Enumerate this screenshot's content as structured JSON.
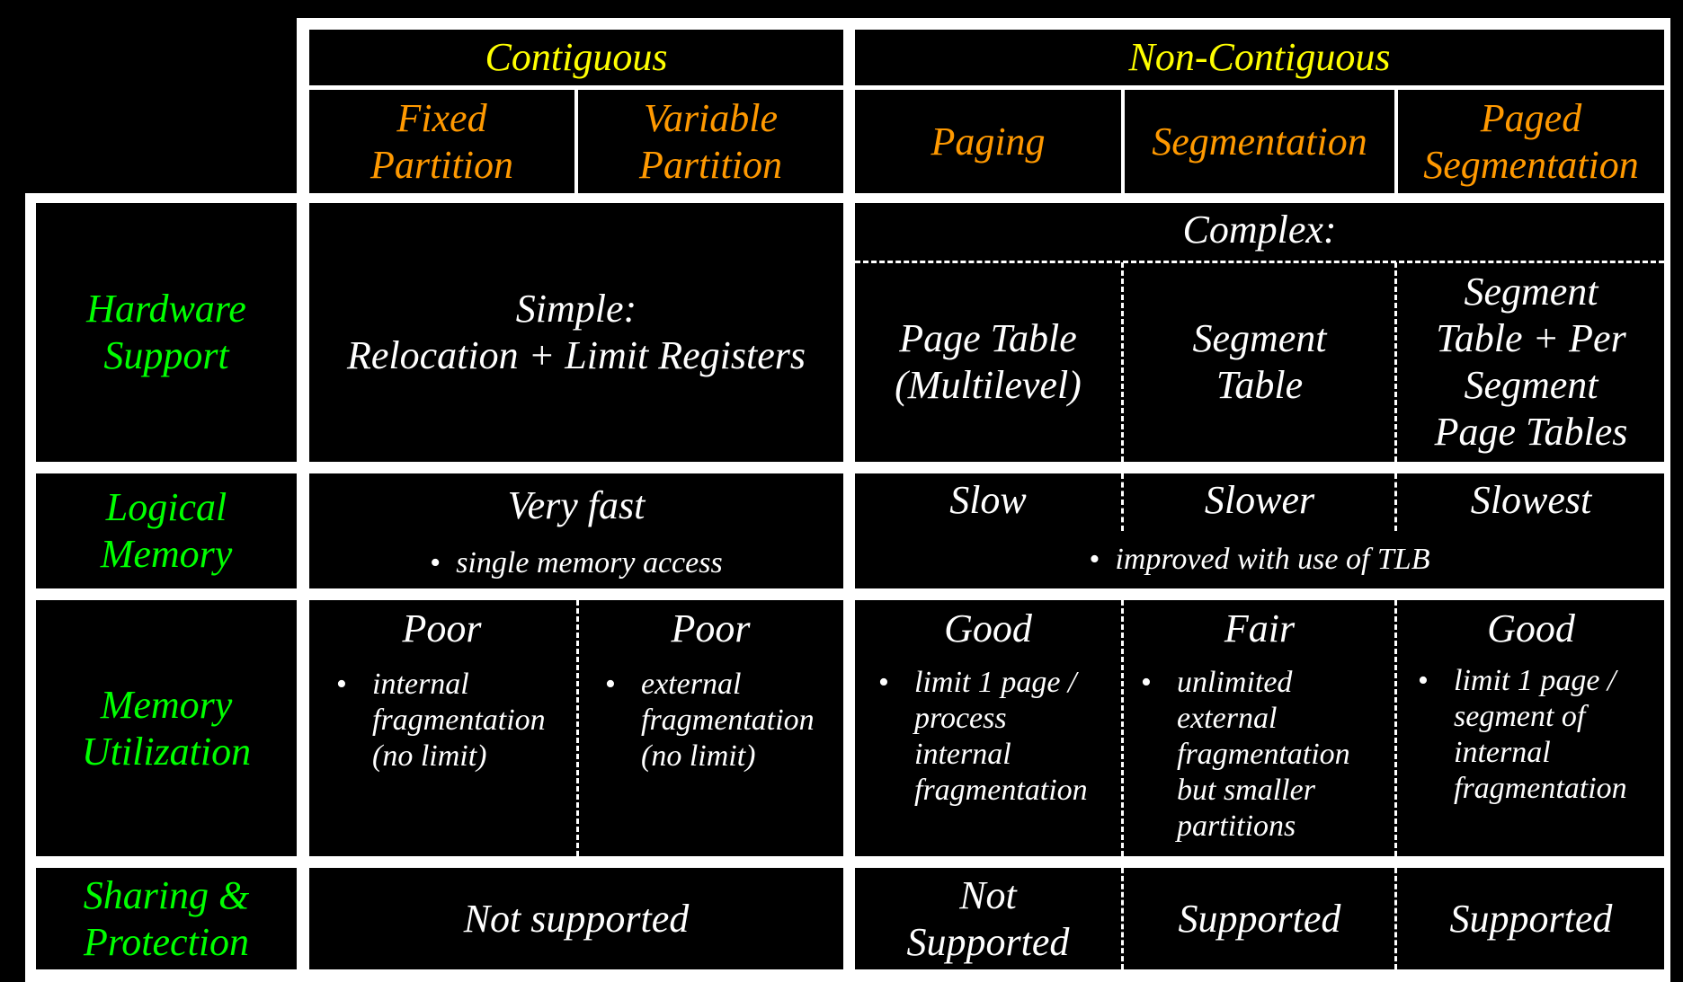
{
  "header": {
    "contiguous": "Contiguous",
    "non_contiguous": "Non-Contiguous",
    "fixed": [
      "Fixed",
      "Partition"
    ],
    "variable": [
      "Variable",
      "Partition"
    ],
    "paging": "Paging",
    "segmentation": "Segmentation",
    "paged_seg": [
      "Paged",
      "Segmentation"
    ]
  },
  "rows": {
    "hardware": {
      "label": [
        "Hardware",
        "Support"
      ],
      "contig": [
        "Simple:",
        "Relocation + Limit Registers"
      ],
      "complex": "Complex:",
      "paging": [
        "Page Table",
        "(Multilevel)"
      ],
      "segmentation": [
        "Segment",
        "Table"
      ],
      "paged_seg": [
        "Segment",
        "Table + Per",
        "Segment",
        "Page Tables"
      ]
    },
    "logical": {
      "label": [
        "Logical",
        "Memory"
      ],
      "contig": "Very fast",
      "contig_note": "single memory access",
      "paging": "Slow",
      "segmentation": "Slower",
      "paged_seg": "Slowest",
      "noncontig_note": "improved with use of TLB"
    },
    "utilization": {
      "label": [
        "Memory",
        "Utilization"
      ],
      "fixed": "Poor",
      "fixed_note": [
        "internal",
        "fragmentation",
        "(no limit)"
      ],
      "variable": "Poor",
      "variable_note": [
        "external",
        "fragmentation",
        "(no limit)"
      ],
      "paging": "Good",
      "paging_note": [
        "limit 1 page /",
        "process",
        "internal",
        "fragmentation"
      ],
      "segmentation": "Fair",
      "segmentation_note": [
        "unlimited",
        "external",
        "fragmentation",
        "but smaller",
        "partitions"
      ],
      "paged_seg": "Good",
      "paged_seg_note": [
        "limit 1 page /",
        "segment of",
        "internal",
        "fragmentation"
      ]
    },
    "sharing": {
      "label": [
        "Sharing &",
        "Protection"
      ],
      "contig": "Not supported",
      "paging": [
        "Not",
        "Supported"
      ],
      "segmentation": "Supported",
      "paged_seg": "Supported"
    }
  },
  "colors": {
    "header_top": "#ffff00",
    "header_sub": "#ff9900",
    "row_label": "#00ff00",
    "body_text": "#ffffff",
    "background": "#000000"
  }
}
